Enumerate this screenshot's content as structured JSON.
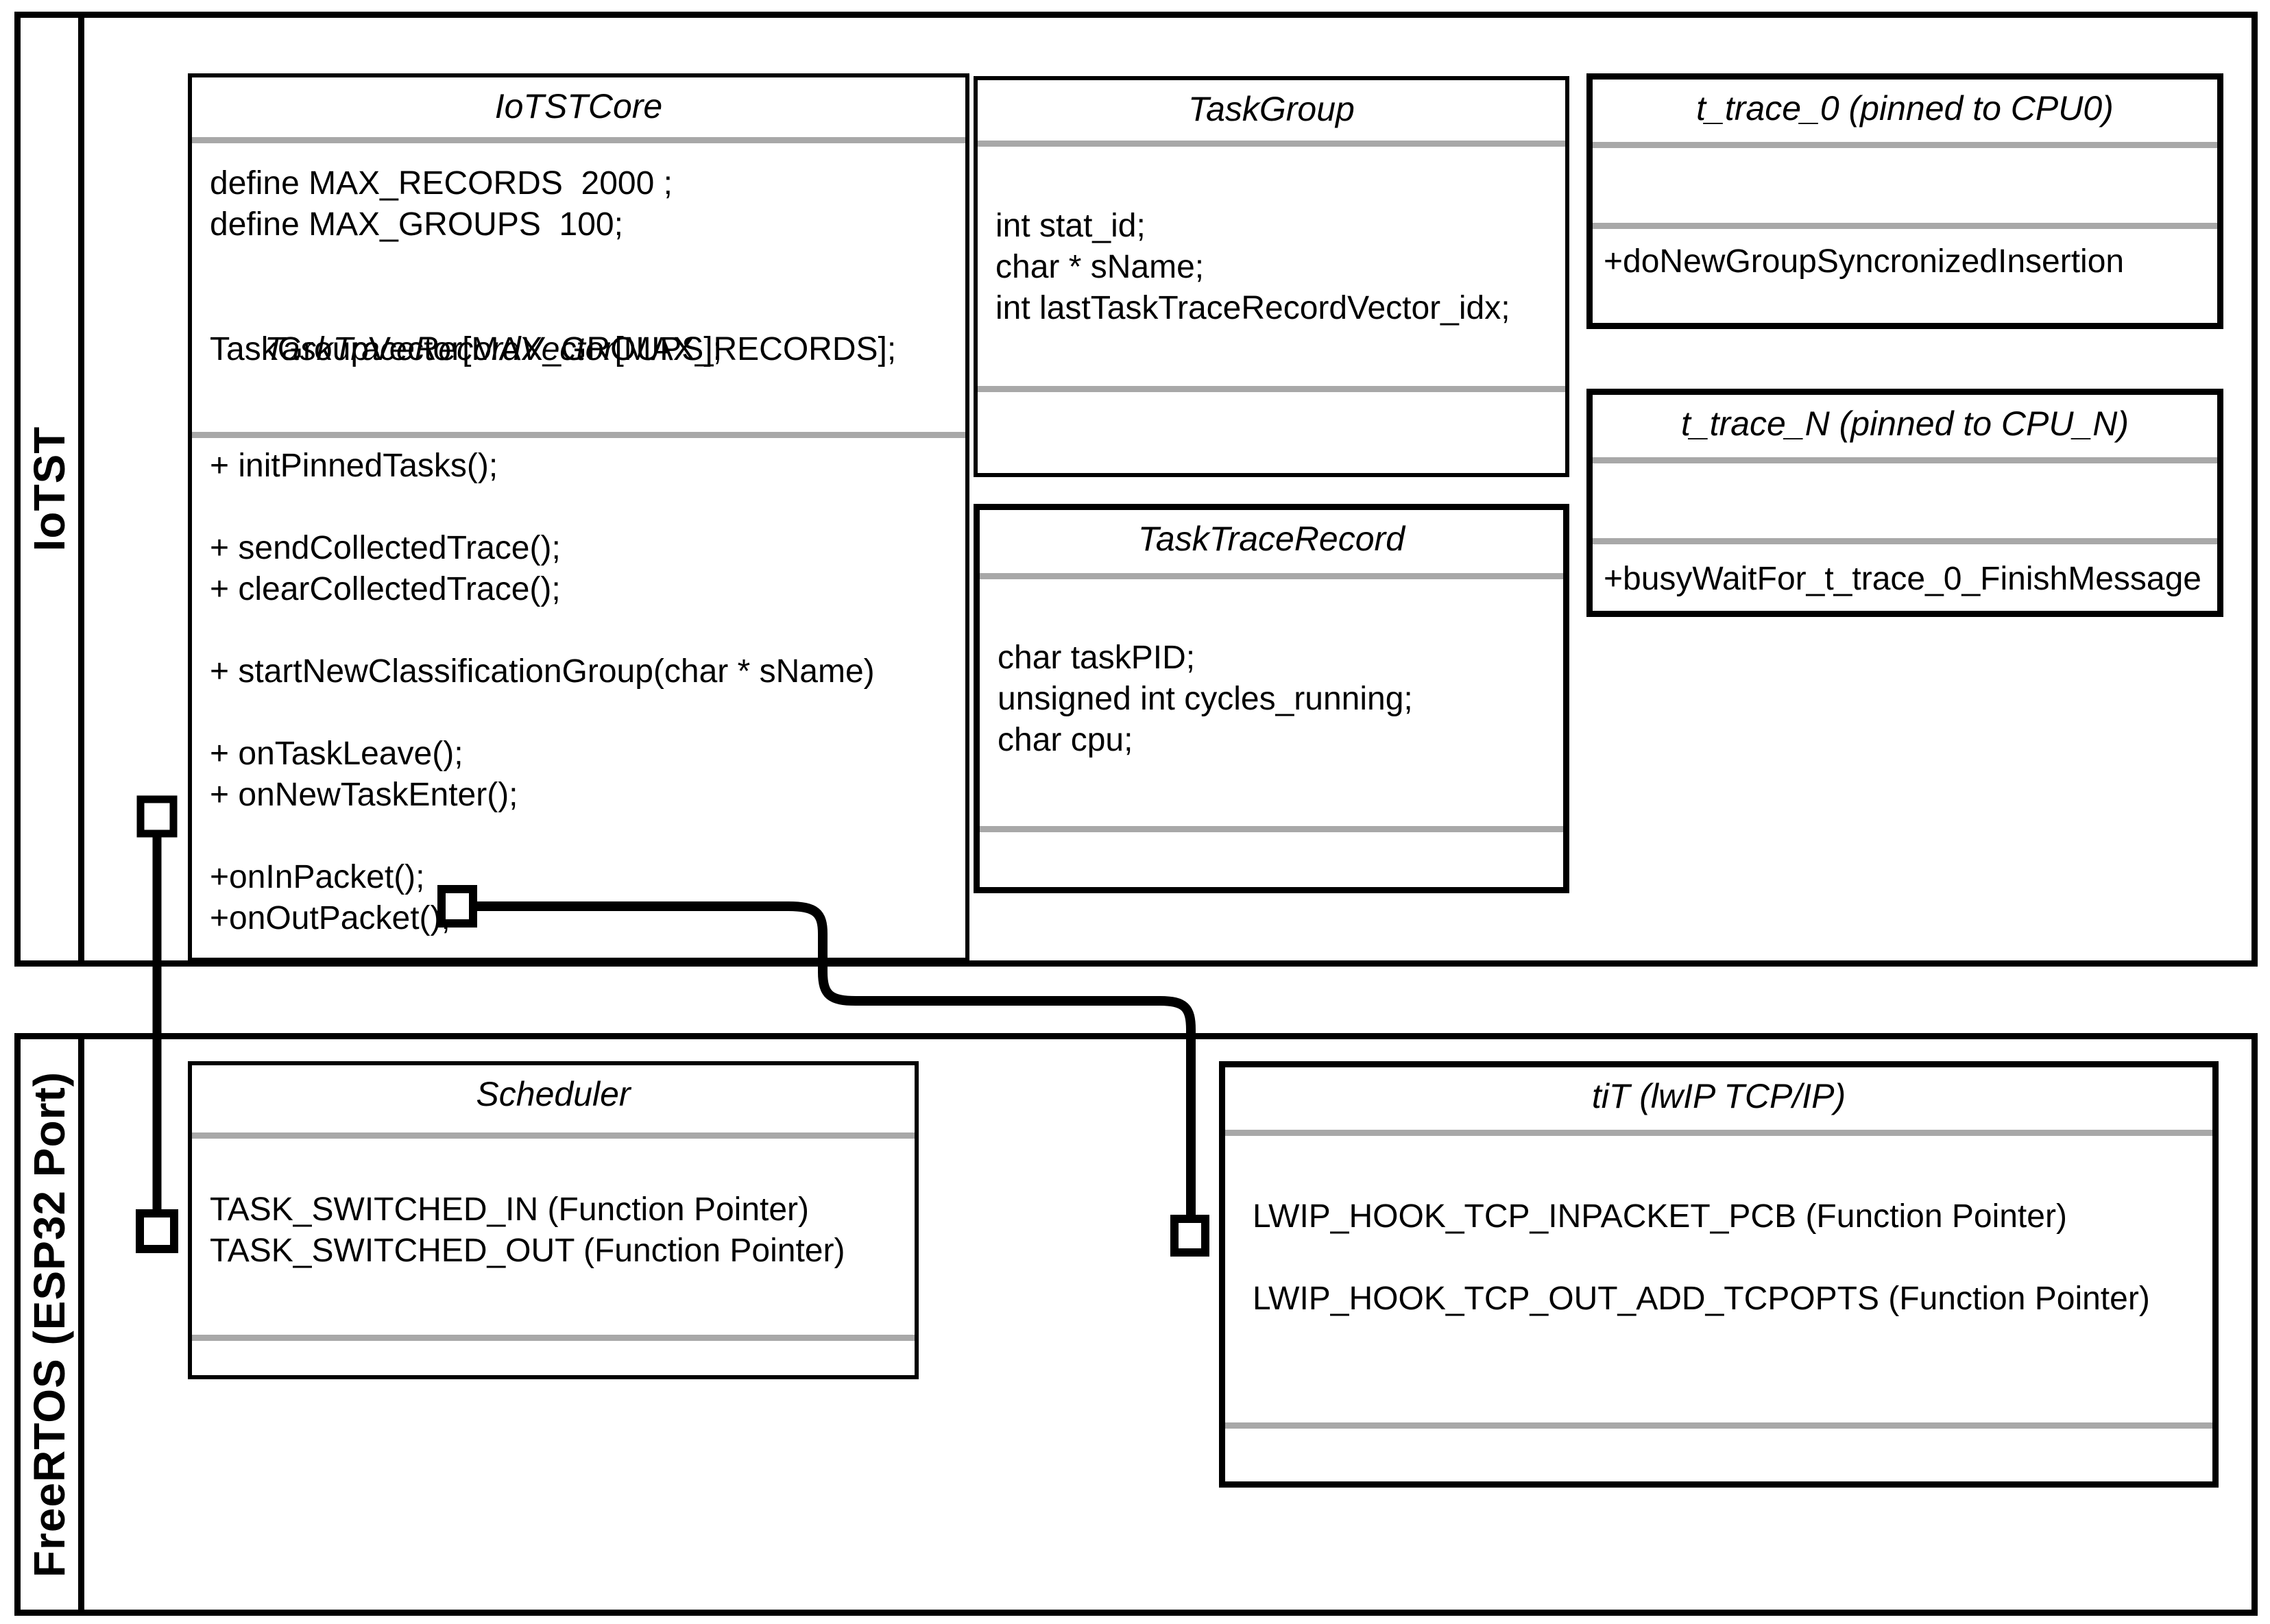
{
  "colors": {
    "line": "#000000",
    "separator": "#a8a8a8",
    "background": "#ffffff"
  },
  "iotst_container": {
    "label": "IoTST"
  },
  "freertos_container": {
    "label": "FreeRTOS (ESP32 Port)"
  },
  "iotst_core": {
    "title": "IoTSTCore",
    "defines": [
      "define MAX_RECORDS  2000 ;",
      "define MAX_GROUPS  100;"
    ],
    "vector_attr_italic": "TaskTraceRecordVector",
    "vector_attr_rest": "[MAX_RECORDS];",
    "vector_attr2": "TaskGroupVector[MAX_GROUPS];",
    "methods": [
      "+ initPinnedTasks();",
      "",
      "+ sendCollectedTrace();",
      "+ clearCollectedTrace();",
      "",
      "+ startNewClassificationGroup(char * sName)",
      "",
      "+ onTaskLeave();",
      "+ onNewTaskEnter();",
      "",
      "+onInPacket();",
      "+onOutPacket(),"
    ]
  },
  "task_group": {
    "title": "TaskGroup",
    "attributes": [
      "int stat_id;",
      "char * sName;",
      "int lastTaskTraceRecordVector_idx;"
    ]
  },
  "t_trace_0": {
    "title": "t_trace_0 (pinned to CPU0)",
    "methods": [
      "+doNewGroupSyncronizedInsertion"
    ]
  },
  "t_trace_n": {
    "title": "t_trace_N (pinned to CPU_N)",
    "methods": [
      "+busyWaitFor_t_trace_0_FinishMessage"
    ]
  },
  "task_trace_record": {
    "title": "TaskTraceRecord",
    "attributes": [
      "char taskPID;",
      "unsigned int cycles_running;",
      "char cpu;"
    ]
  },
  "scheduler": {
    "title": "Scheduler",
    "attributes": [
      "TASK_SWITCHED_IN (Function Pointer)",
      "TASK_SWITCHED_OUT (Function Pointer)"
    ]
  },
  "tit": {
    "title": "tiT (lwIP TCP/IP)",
    "attributes": [
      "LWIP_HOOK_TCP_INPACKET_PCB (Function Pointer)",
      "",
      "LWIP_HOOK_TCP_OUT_ADD_TCPOPTS (Function Pointer)"
    ]
  }
}
